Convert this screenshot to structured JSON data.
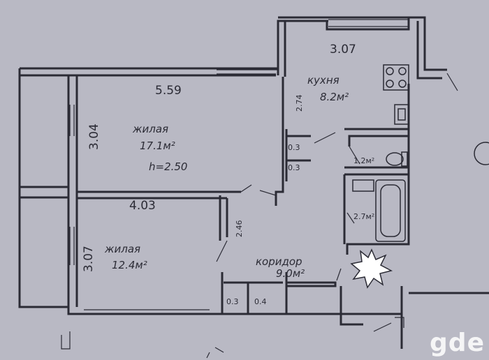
{
  "plan": {
    "dimensions": {
      "kitchen_width": "3.07",
      "living1_width": "5.59",
      "living1_depth": "3.04",
      "kitchen_depth": "2.74",
      "corridor_width": "4.03",
      "living2_depth": "3.07",
      "partition_len": "2.46"
    },
    "rooms": {
      "kitchen": {
        "name": "кухня",
        "area": "8.2м²"
      },
      "living1": {
        "name": "жилая",
        "area": "17.1м²",
        "height": "h=2.50"
      },
      "living2": {
        "name": "жилая",
        "area": "12.4м²"
      },
      "corridor": {
        "name": "коридор",
        "area": "9.0м²"
      },
      "wc": {
        "area": "1.2м²"
      },
      "bath": {
        "area": "2.7м²"
      },
      "closet_a": {
        "area": "0.3"
      },
      "closet_b": {
        "area": "0.3"
      },
      "closet_c": {
        "area": "0.3"
      },
      "closet_d": {
        "area": "0.4"
      }
    }
  },
  "colors": {
    "paper": "#b9b9c4",
    "ink": "#2b2b35",
    "watermark": "#ffffff"
  },
  "watermark": "gde"
}
